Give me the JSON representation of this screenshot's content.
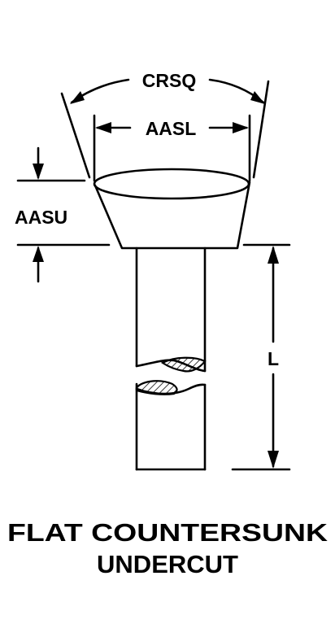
{
  "dimensions": {
    "crsq": "CRSQ",
    "aasl": "AASL",
    "aasu": "AASU",
    "l": "L"
  },
  "caption": {
    "line1": "FLAT COUNTERSUNK",
    "line2": "UNDERCUT"
  }
}
